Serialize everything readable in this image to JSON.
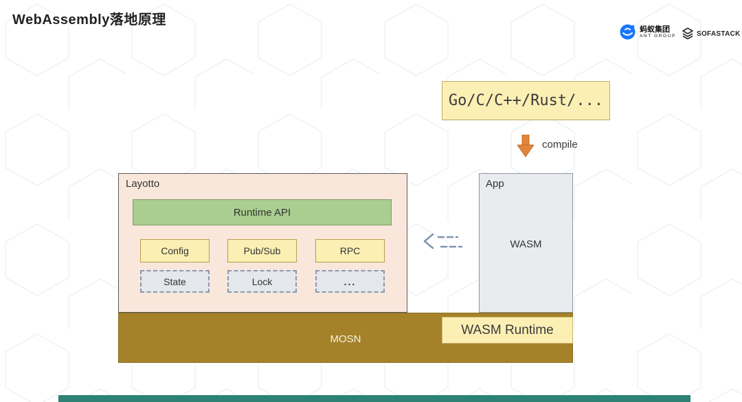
{
  "title": "WebAssembly落地原理",
  "header": {
    "ant_group": {
      "name_cn": "蚂蚁集团",
      "name_en": "ANT GROUP"
    },
    "sofastack": {
      "name": "SOFASTACK"
    }
  },
  "diagram": {
    "language_box": {
      "label": "Go/C/C++/Rust/..."
    },
    "compile": {
      "label": "compile"
    },
    "layotto": {
      "title": "Layotto",
      "runtime_api": {
        "label": "Runtime API"
      },
      "solid_components": [
        {
          "label": "Config"
        },
        {
          "label": "Pub/Sub"
        },
        {
          "label": "RPC"
        }
      ],
      "dashed_components": [
        {
          "label": "State"
        },
        {
          "label": "Lock"
        },
        {
          "label": "..."
        }
      ]
    },
    "app": {
      "title": "App",
      "content": "WASM"
    },
    "mosn": {
      "label": "MOSN"
    },
    "wasm_runtime": {
      "label": "WASM Runtime"
    }
  },
  "colors": {
    "yellow_fill": "#FBEFB4",
    "yellow_border": "#C2A863",
    "peach_fill": "#F9E7DC",
    "green_fill": "#A9CE8F",
    "gray_fill": "#E9EBEE",
    "mosn_fill": "#A5822A",
    "arrow_orange": "#E0863C",
    "connector_blue": "#7E93AE",
    "bottom_bar_teal": "#2D8273"
  }
}
